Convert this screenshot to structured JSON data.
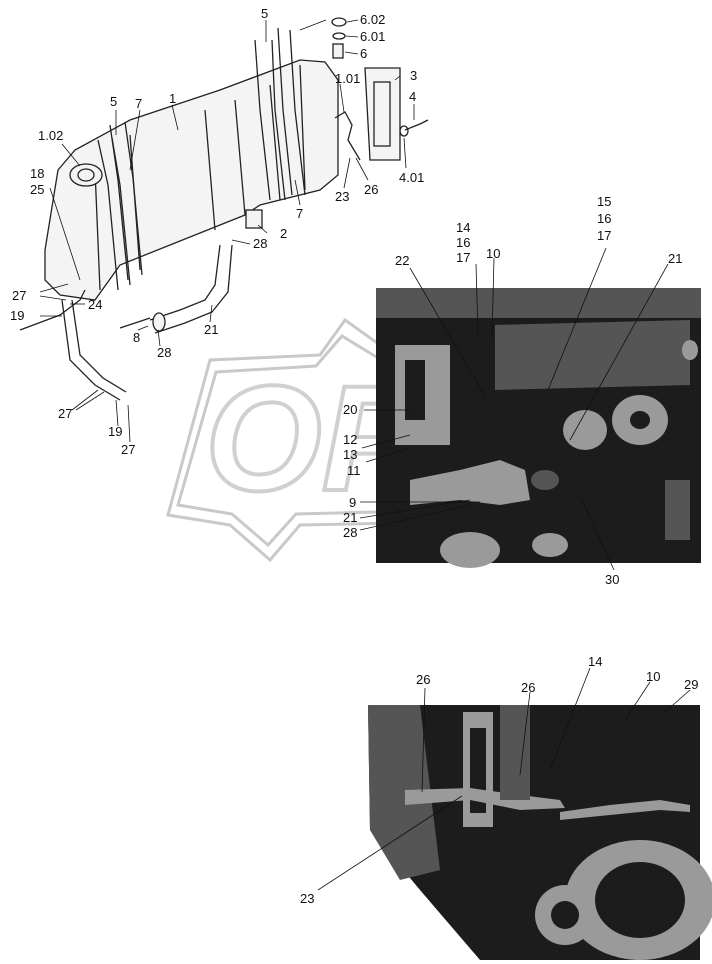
{
  "diagram": {
    "watermark_text": "OP",
    "callouts_top": [
      "5",
      "6.02",
      "6.01",
      "6",
      "3",
      "1.01",
      "4",
      "4.01",
      "26",
      "23",
      "7",
      "5",
      "7",
      "1",
      "1.02",
      "18",
      "25",
      "2",
      "28",
      "27",
      "24",
      "19",
      "21",
      "8",
      "28",
      "27",
      "19",
      "27"
    ],
    "callouts_photo1": [
      "14",
      "16",
      "17",
      "10",
      "15",
      "16",
      "17",
      "22",
      "21",
      "20",
      "12",
      "13",
      "11",
      "9",
      "21",
      "28",
      "30"
    ],
    "callouts_photo2": [
      "26",
      "26",
      "14",
      "10",
      "29",
      "23"
    ]
  }
}
